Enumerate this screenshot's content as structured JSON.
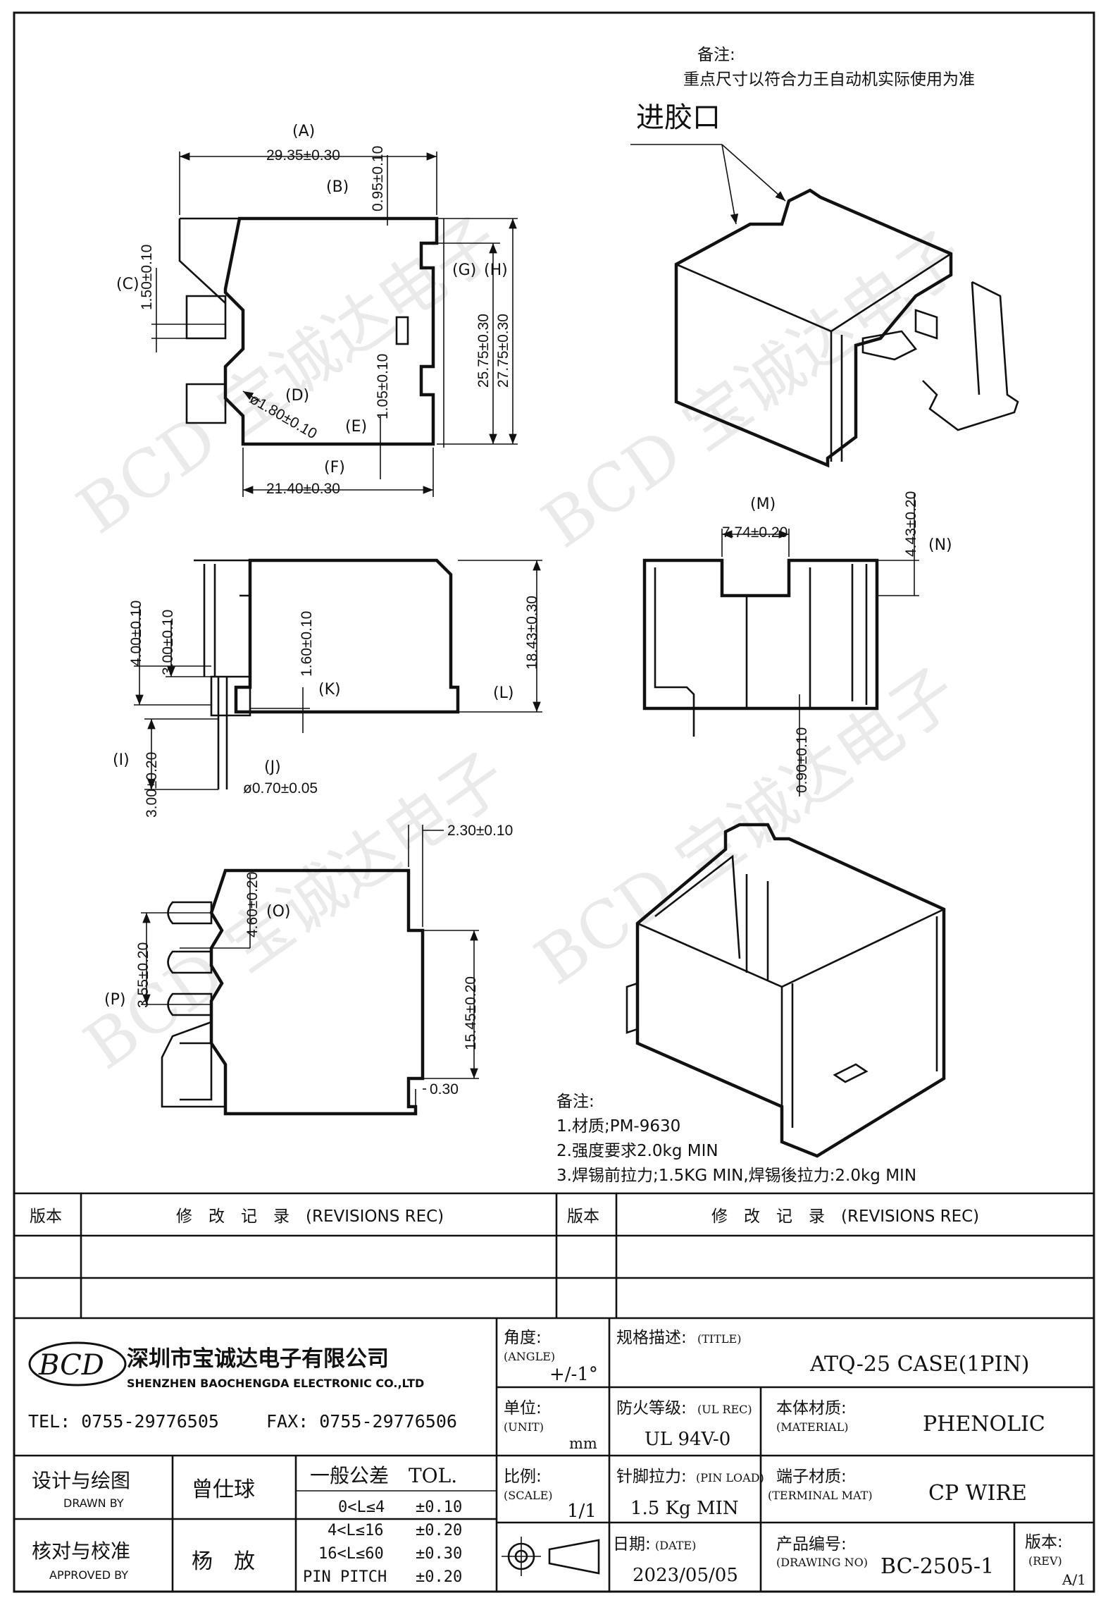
{
  "notes_top": {
    "heading": "备注:",
    "text": "重点尺寸以符合力王自动机实际使用为准",
    "gate_label": "进胶口"
  },
  "dims": {
    "A_label": "(A)",
    "A": "29.35±0.30",
    "B_label": "(B)",
    "B": "0.95±0.10",
    "C_label": "(C)",
    "C": "1.50±0.10",
    "D_label": "(D)",
    "D": "ø1.80±0.10",
    "E_label": "(E)",
    "E": "1.05±0.10",
    "F_label": "(F)",
    "F": "21.40±0.30",
    "G_label": "(G)",
    "G": "25.75±0.30",
    "H_label": "(H)",
    "H": "27.75±0.30",
    "I_label": "(I)",
    "I": "3.00±0.20",
    "J_label": "(J)",
    "J": "ø0.70±0.05",
    "K_label": "(K)",
    "K": "1.60±0.10",
    "L_label": "(L)",
    "L": "18.43±0.30",
    "M_label": "(M)",
    "M": "7.74±0.20",
    "N_label": "(N)",
    "N": "4.43±0.20",
    "O_label": "(O)",
    "O": "4.60±0.20",
    "P_label": "(P)",
    "P": "3.55±0.20",
    "side_400": "4.00±0.10",
    "side_300": "3.00±0.10",
    "front_090": "0.90±0.10",
    "bottom_230": "2.30±0.10",
    "bottom_1545": "15.45±0.20",
    "bottom_030": "0.30"
  },
  "notes_bottom": {
    "heading": "备注:",
    "items": [
      "1.材质;PM-9630",
      "2.强度要求2.0kg MIN",
      "3.焊锡前拉力;1.5KG MIN,焊锡後拉力:2.0kg MIN"
    ]
  },
  "revisions": {
    "col_version": "版本",
    "col_record": "修　改　记　录　(REVISIONS REC)",
    "col_version_2": "版本",
    "col_record_2": "修　改　记　录　(REVISIONS REC)"
  },
  "company": {
    "logo": "BCD",
    "name_cn": "深圳市宝诚达电子有限公司",
    "name_en": "SHENZHEN BAOCHENGDA ELECTRONIC CO.,LTD",
    "tel": "TEL: 0755-29776505",
    "fax": "FAX: 0755-29776506"
  },
  "title_block": {
    "angle_label": "角度:",
    "angle_label_en": "(ANGLE)",
    "angle_value": "+/-1°",
    "title_label": "规格描述:",
    "title_label_en": "(TITLE)",
    "title_value": "ATQ-25 CASE(1PIN)",
    "unit_label": "单位:",
    "unit_label_en": "(UNIT)",
    "unit_value": "mm",
    "ul_label": "防火等级:",
    "ul_label_en": "(UL REC)",
    "ul_value": "UL 94V-0",
    "material_label": "本体材质:",
    "material_label_en": "(MATERIAL)",
    "material_value": "PHENOLIC",
    "scale_label": "比例:",
    "scale_label_en": "(SCALE)",
    "scale_value": "1/1",
    "pinload_label": "针脚拉力:",
    "pinload_label_en": "(PIN LOAD)",
    "pinload_value": "1.5 Kg MIN",
    "terminal_label": "端子材质:",
    "terminal_label_en": "(TERMINAL MAT)",
    "terminal_value": "CP WIRE",
    "date_label": "日期:",
    "date_label_en": "(DATE)",
    "date_value": "2023/05/05",
    "drawing_label": "产品编号:",
    "drawing_label_en": "(DRAWING NO)",
    "drawing_value": "BC-2505-1",
    "rev_label": "版本:",
    "rev_label_en": "(REV)",
    "rev_value": "A/1",
    "drawn_label": "设计与绘图",
    "drawn_label_en": "DRAWN BY",
    "drawn_value": "曾仕球",
    "approved_label": "核对与校准",
    "approved_label_en": "APPROVED BY",
    "approved_value": "杨　放",
    "tol_title": "一般公差　TOL.",
    "tol_rows": [
      {
        "range": "0<L≤4",
        "value": "±0.10"
      },
      {
        "range": "4<L≤16",
        "value": "±0.20"
      },
      {
        "range": "16<L≤60",
        "value": "±0.30"
      },
      {
        "range": "PIN PITCH",
        "value": "±0.20"
      }
    ]
  }
}
